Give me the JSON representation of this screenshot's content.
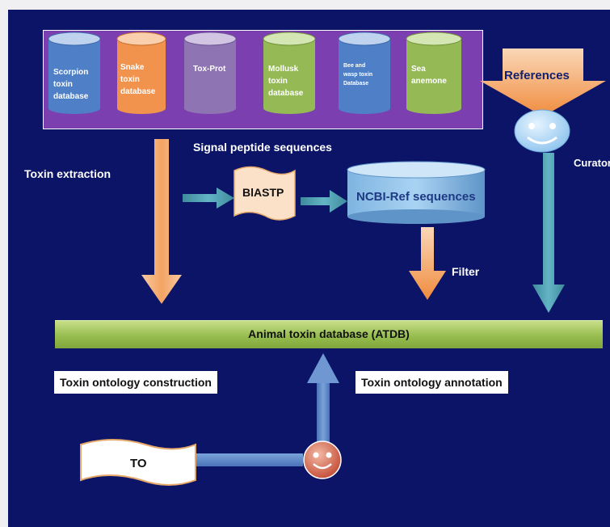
{
  "databases": [
    {
      "label": "Scorpion\ntoxin\ndatabase",
      "color": "#4f7fc6"
    },
    {
      "label": "Snake\ntoxin\ndatabase",
      "color": "#f1934c"
    },
    {
      "label": "Tox-Prot",
      "color": "#8f74b4"
    },
    {
      "label": "Mollusk\ntoxin\ndatabase",
      "color": "#95ba55"
    },
    {
      "label": "Bee and\nwasp toxin\nDatabase",
      "color": "#4f7fc6"
    },
    {
      "label": "Sea\nanemone",
      "color": "#95ba55"
    }
  ],
  "labels": {
    "references": "References",
    "curator": "Curator",
    "signal_peptide": "Signal peptide sequences",
    "toxin_extraction": "Toxin extraction",
    "blastp": "BlASTP",
    "ncbi": "NCBI-Ref sequences",
    "filter": "Filter",
    "atdb": "Animal toxin  database (ATDB)",
    "construction": "Toxin ontology construction",
    "annotation": "Toxin ontology annotation",
    "to": "TO"
  },
  "colors": {
    "background": "#0b1466",
    "orange_arrow": "#f0a060",
    "teal_arrow": "#4e9fb0",
    "blue_arrow": "#5a86c8"
  }
}
